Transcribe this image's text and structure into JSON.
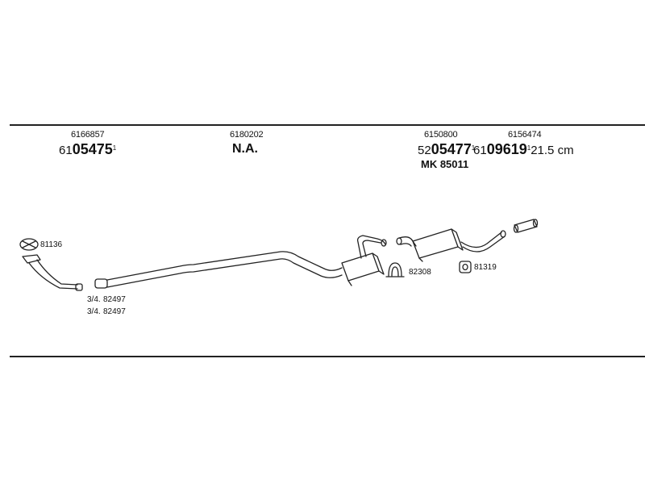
{
  "header": {
    "oe_numbers": [
      "6166857",
      "6180202",
      "6150800",
      "6156474"
    ],
    "item1": {
      "prefix": "61",
      "bold": "05475",
      "mark": "1"
    },
    "item2": {
      "text": "N.A."
    },
    "item3": {
      "prefix": "52",
      "bold": "05477",
      "mark": "1"
    },
    "item4": {
      "prefix": "61",
      "bold": "09619",
      "mark": "1",
      "suffix": "21.5 cm"
    },
    "mk_line": "MK 85011"
  },
  "parts": {
    "gasket": "81136",
    "bolt1": "82497",
    "bolt2": "82497",
    "clamp": "82308",
    "rubber_ring": "81319",
    "bolt_prefix": "3/4."
  }
}
